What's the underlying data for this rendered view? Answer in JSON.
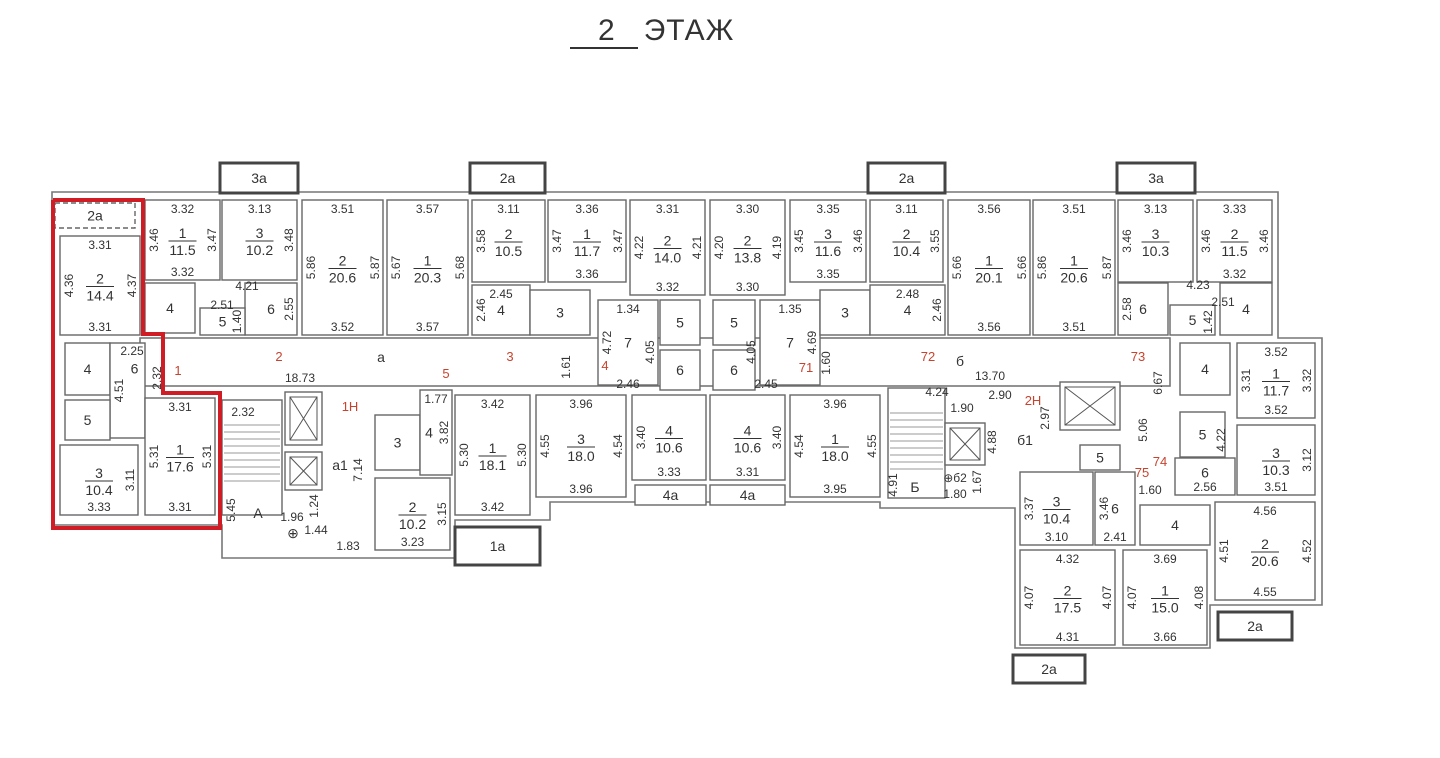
{
  "title": {
    "floor": "2",
    "word": "ЭТАЖ"
  },
  "highlight_color": "#d01c24",
  "rooms": [
    {
      "num": "2",
      "area": "14.4",
      "top": "3.31",
      "bottom": "3.31",
      "left": "4.36",
      "right": "4.37"
    },
    {
      "num": "1",
      "area": "11.5",
      "top": "3.32",
      "bottom": "3.32",
      "left": "3.46",
      "right": "3.47"
    },
    {
      "num": "3",
      "area": "10.2",
      "top": "3.13",
      "right": "3.48"
    },
    {
      "num": "4"
    },
    {
      "num": "6",
      "right": "2.55"
    },
    {
      "num": "5",
      "right": "1.40"
    },
    {
      "num": "2",
      "area": "20.6",
      "top": "3.51",
      "bottom": "3.52",
      "left": "5.86",
      "right": "5.87"
    },
    {
      "num": "1",
      "area": "20.3",
      "top": "3.57",
      "bottom": "3.57",
      "left": "5.67",
      "right": "5.68"
    },
    {
      "num": "2",
      "area": "10.5",
      "top": "3.11",
      "left": "3.58"
    },
    {
      "num": "4",
      "top": "2.45",
      "left": "2.46"
    },
    {
      "num": "3"
    },
    {
      "num": "1",
      "area": "11.7",
      "top": "3.36",
      "bottom": "3.36",
      "left": "3.47",
      "right": "3.47"
    },
    {
      "num": "2",
      "area": "14.0",
      "top": "3.31",
      "bottom": "3.32",
      "left": "4.22",
      "right": "4.21"
    },
    {
      "num": "2",
      "area": "13.8",
      "top": "3.30",
      "bottom": "3.30",
      "left": "4.20",
      "right": "4.19"
    },
    {
      "num": "7",
      "top": "1.34",
      "left": "4.72"
    },
    {
      "num": "5"
    },
    {
      "num": "5"
    },
    {
      "num": "6"
    },
    {
      "num": "6"
    },
    {
      "num": "7",
      "top": "1.35",
      "right": "4.69"
    },
    {
      "num": "3",
      "area": "11.6",
      "top": "3.35",
      "bottom": "3.35",
      "left": "3.45",
      "right": "3.46"
    },
    {
      "num": "2",
      "area": "10.4",
      "top": "3.11",
      "right": "3.55"
    },
    {
      "num": "3"
    },
    {
      "num": "4",
      "top": "2.48",
      "right": "2.46"
    },
    {
      "num": "1",
      "area": "20.1",
      "top": "3.56",
      "bottom": "3.56",
      "left": "5.66",
      "right": "5.66"
    },
    {
      "num": "1",
      "area": "20.6",
      "top": "3.51",
      "bottom": "3.51",
      "left": "5.86",
      "right": "5.87"
    },
    {
      "num": "3",
      "area": "10.3",
      "top": "3.13",
      "left": "3.46"
    },
    {
      "num": "2",
      "area": "11.5",
      "top": "3.33",
      "bottom": "3.32",
      "left": "3.46",
      "right": "3.46"
    },
    {
      "num": "6",
      "left": "2.58"
    },
    {
      "num": "5"
    },
    {
      "num": "4"
    },
    {
      "num": "4"
    },
    {
      "num": "6",
      "left": "4.51"
    },
    {
      "num": "5"
    },
    {
      "num": "3",
      "area": "10.4",
      "right": "3.11",
      "bottom": "3.33"
    },
    {
      "num": "1",
      "area": "17.6",
      "top": "3.31",
      "bottom": "3.31",
      "left": "5.31",
      "right": "5.31"
    },
    {
      "num": "3"
    },
    {
      "num": "4",
      "top": "1.77",
      "right": "3.82"
    },
    {
      "num": "2",
      "area": "10.2",
      "right": "3.15",
      "bottom": "3.23"
    },
    {
      "num": "1",
      "area": "18.1",
      "top": "3.42",
      "bottom": "3.42",
      "left": "5.30",
      "right": "5.30"
    },
    {
      "num": "3",
      "area": "18.0",
      "top": "3.96",
      "bottom": "3.96",
      "left": "4.55",
      "right": "4.54"
    },
    {
      "num": "4",
      "area": "10.6",
      "left": "3.40",
      "bottom": "3.33"
    },
    {
      "num": "4",
      "area": "10.6",
      "right": "3.40",
      "bottom": "3.31"
    },
    {
      "num": "1",
      "area": "18.0",
      "top": "3.96",
      "bottom": "3.95",
      "left": "4.54",
      "right": "4.55"
    },
    {
      "num": "4"
    },
    {
      "num": "5"
    },
    {
      "num": "6",
      "bottom": "2.56"
    },
    {
      "num": "1",
      "area": "11.7",
      "top": "3.52",
      "bottom": "3.52",
      "left": "3.31",
      "right": "3.32"
    },
    {
      "num": "3",
      "area": "10.3",
      "right": "3.12",
      "bottom": "3.51"
    },
    {
      "num": "3",
      "area": "10.4",
      "left": "3.37",
      "bottom": "3.10"
    },
    {
      "num": "6",
      "left": "3.46",
      "bottom": "2.41"
    },
    {
      "num": "4"
    },
    {
      "num": "2",
      "area": "20.6",
      "top": "4.56",
      "bottom": "4.55",
      "left": "4.51",
      "right": "4.52"
    },
    {
      "num": "2",
      "area": "17.5",
      "top": "4.32",
      "bottom": "4.31",
      "left": "4.07",
      "right": "4.07"
    },
    {
      "num": "1",
      "area": "15.0",
      "top": "3.69",
      "bottom": "3.66",
      "left": "4.07",
      "right": "4.08"
    },
    {
      "num": "5"
    }
  ],
  "balconies": [
    "2а",
    "3а",
    "2а",
    "2а",
    "3а",
    "1а",
    "4а",
    "4а",
    "2а",
    "2а"
  ],
  "labels": [
    "4.21",
    "2.51",
    "2.25",
    "2.32",
    "а",
    "18.73",
    "1.61",
    "2.46",
    "4.05",
    "4.05",
    "2.45",
    "1.60",
    "б",
    "13.70",
    "4.24",
    "1.90",
    "4.91",
    "Б",
    "1.67",
    "⊕б2",
    "1.80",
    "2.90",
    "б1",
    "4.88",
    "2.97",
    "5.06",
    "6.67",
    "1.60",
    "4.23",
    "2.51",
    "1.42",
    "4.22",
    "2.32",
    "5.45",
    "А",
    "1.24",
    "1.96",
    "⊕",
    "1.44",
    "1.83",
    "а1",
    "7.14"
  ],
  "apartment_numbers": [
    "1",
    "2",
    "3",
    "5",
    "4",
    "1Н",
    "71",
    "72",
    "73",
    "74",
    "75",
    "2Н"
  ]
}
